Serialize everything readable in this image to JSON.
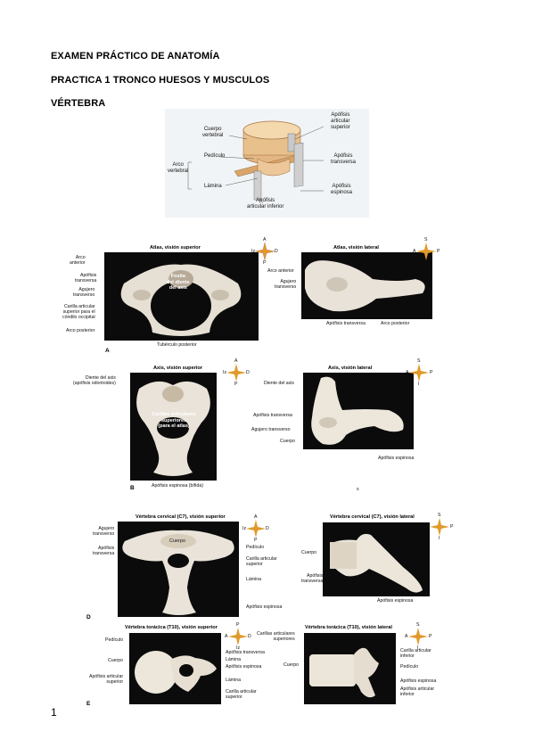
{
  "headings": {
    "h1": "EXAMEN PRÁCTICO DE ANATOMÍA",
    "h2": "PRACTICA 1 TRONCO HUESOS Y MUSCULOS",
    "h3": "VÉRTEBRA"
  },
  "page_number": "1",
  "schematic": {
    "cuerpo": "Cuerpo\nvertebral",
    "apofisis_sup": "Apófisis\narticular\nsuperior",
    "pediculo": "Pedículo",
    "arco": "Arco\nvertebral",
    "transversa": "Apófisis\ntransversa",
    "lamina": "Lámina",
    "espinosa": "Apófisis\nespinosa",
    "art_inf": "Apófisis\narticular inferior"
  },
  "atlas": {
    "title_sup": "Atlas, visión superior",
    "title_lat": "Atlas, visión lateral",
    "arco_anterior": "Arco\nanterior",
    "apof_transversa": "Apófisis\ntransversa",
    "agujero_transverso": "Agujero\ntransverso",
    "carilla": "Carilla articular\nsuperior para el\ncóndilo occipital",
    "arco_posterior": "Arco posterior",
    "fosita": "Fosita\ndel diente\ndel axis",
    "tuberculo": "Tubérculo posterior",
    "letter": "A",
    "lat_arco_anterior": "Arco anterior",
    "lat_agujero": "Agujero\ntransverso",
    "lat_transversa": "Apófisis transversa",
    "lat_arco_posterior": "Arco posterior"
  },
  "axis": {
    "title_sup": "Axis, visión superior",
    "title_lat": "Axis, visión lateral",
    "diente": "Diente del axis\n(apófisis odontoides)",
    "carillas": "Carillas articulares\nsuperiores\n(para el atlas)",
    "espinosa_bifida": "Apófisis espinosa (bífida)",
    "letter": "B",
    "lat_diente": "Diente del axis",
    "lat_transversa": "Apófisis transversa",
    "lat_agujero": "Agujero transverso",
    "lat_cuerpo": "Cuerpo",
    "lat_espinosa": "Apófisis espinosa",
    "stray": "s"
  },
  "cervical": {
    "title_sup": "Vértebra cervical (C7), visión superior",
    "title_lat": "Vértebra cervical (C7), visión lateral",
    "agujero": "Agujero\ntransverso",
    "transversa": "Apófisis\ntransversa",
    "cuerpo_in": "Cuerpo",
    "pediculo": "Pedículo",
    "carilla": "Carilla articular\nsuperior",
    "lamina": "Lámina",
    "espinosa": "Apófisis espinosa",
    "letter": "D",
    "lat_cuerpo": "Cuerpo",
    "lat_transversa": "Apófisis\ntransversa",
    "lat_espinosa": "Apófisis espinosa"
  },
  "toracica": {
    "title_sup": "Vértebra torácica (T10), visión superior",
    "title_lat": "Vértebra torácica (T10), visión lateral",
    "pediculo": "Pedículo",
    "cuerpo": "Cuerpo",
    "art_sup": "Apófisis articular\nsuperior",
    "transversa": "Apófisis transversa",
    "lamina1": "Lámina",
    "espinosa": "Apófisis espinosa",
    "lamina2": "Lámina",
    "carilla": "Carilla articular\nsuperior",
    "letter": "E",
    "lat_carillas": "Carillas articulares\nsuperiores",
    "lat_carilla_inf": "Carilla articular\ninferior",
    "lat_cuerpo": "Cuerpo",
    "lat_pediculo": "Pedículo",
    "lat_espinosa": "Apófisis espinosa",
    "lat_art_inf": "Apófisis articular\ninferior"
  },
  "compass": {
    "a": "A",
    "p": "P",
    "i": "I",
    "s": "S",
    "d": "D",
    "iz": "Iz"
  }
}
